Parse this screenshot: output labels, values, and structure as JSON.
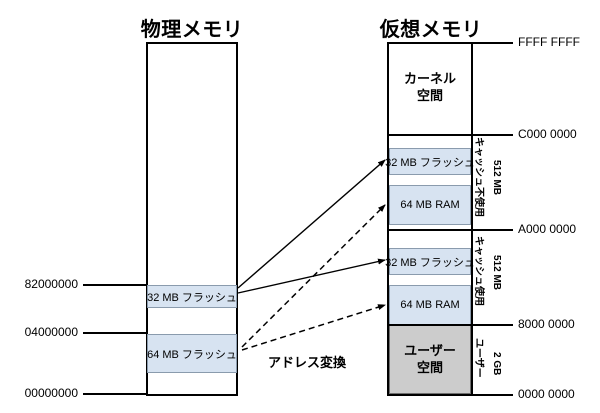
{
  "diagram": {
    "caption_address_translation": "アドレス変換"
  },
  "physical": {
    "title": "物理メモリ",
    "blocks": [
      {
        "label": "32 MB フラッシュ",
        "fill": "#d7e3f1"
      },
      {
        "label": "64 MB フラッシュ",
        "fill": "#d7e3f1"
      }
    ],
    "addresses": [
      {
        "value": "82000000"
      },
      {
        "value": "04000000"
      },
      {
        "value": "00000000"
      }
    ]
  },
  "virtual": {
    "title": "仮想メモリ",
    "kernel_line1": "カーネル",
    "kernel_line2": "空間",
    "user_line1": "ユーザー",
    "user_line2": "空間",
    "blocks": [
      {
        "label": "32 MB フラッシュ",
        "fill": "#d7e3f1"
      },
      {
        "label": "64 MB RAM",
        "fill": "#d7e3f1"
      },
      {
        "label": "32 MB フラッシュ",
        "fill": "#d7e3f1"
      },
      {
        "label": "64 MB RAM",
        "fill": "#d7e3f1"
      }
    ],
    "addresses": [
      {
        "value": "FFFF FFFF"
      },
      {
        "value": "C000 0000"
      },
      {
        "value": "A000 0000"
      },
      {
        "value": "8000 0000"
      },
      {
        "value": "0000 0000"
      }
    ],
    "regions": [
      {
        "name": "キャッシュ不使用",
        "size": "512 MB"
      },
      {
        "name": "キャッシュ使用",
        "size": "512 MB"
      },
      {
        "name": "ユーザー",
        "size": "2 GB"
      }
    ]
  },
  "colors": {
    "block_fill": "#d7e3f1",
    "block_stroke": "#8a9bad",
    "user_fill": "#cccccc",
    "outline": "#000000"
  }
}
